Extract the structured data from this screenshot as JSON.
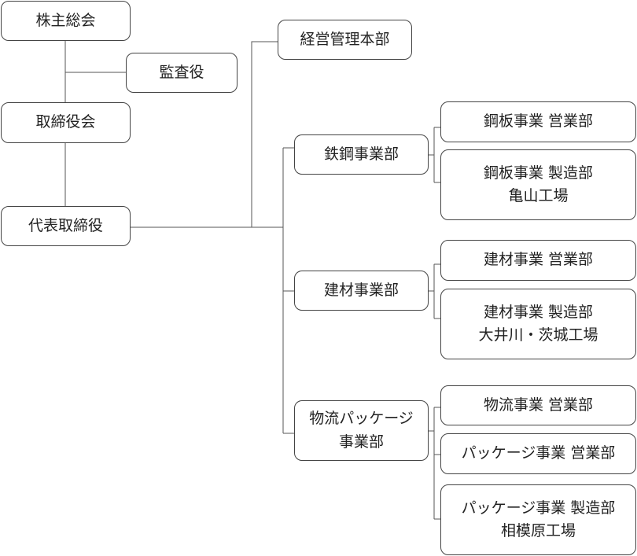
{
  "org": {
    "shareholders": "株主総会",
    "auditor": "監査役",
    "board": "取締役会",
    "president": "代表取締役",
    "management": "経営管理本部",
    "steel": {
      "name": "鉄鋼事業部",
      "sales": "鋼板事業 営業部",
      "mfg_line1": "鋼板事業 製造部",
      "mfg_line2": "亀山工場"
    },
    "building": {
      "name": "建材事業部",
      "sales": "建材事業 営業部",
      "mfg_line1": "建材事業 製造部",
      "mfg_line2": "大井川・茨城工場"
    },
    "logistics": {
      "name_line1": "物流パッケージ",
      "name_line2": "事業部",
      "logistics_sales": "物流事業 営業部",
      "package_sales": "パッケージ事業 営業部",
      "mfg_line1": "パッケージ事業 製造部",
      "mfg_line2": "相模原工場"
    }
  }
}
